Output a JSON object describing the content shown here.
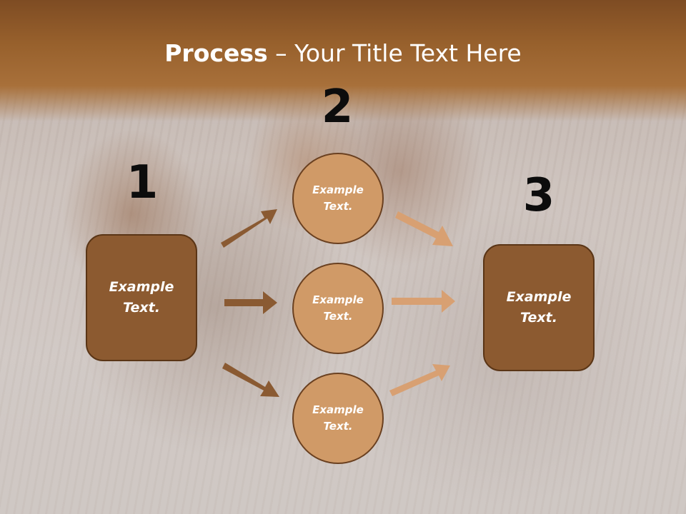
{
  "slide": {
    "title_bold": "Process",
    "title_rest": " – Your Title Text Here",
    "steps": [
      "1",
      "2",
      "3"
    ],
    "left_box": "Example\nText.",
    "right_box": "Example\nText.",
    "circles": [
      "Example\nText.",
      "Example\nText.",
      "Example\nText."
    ]
  },
  "colors": {
    "header": "#97602c",
    "box_fill": "#8c5a30",
    "circle_fill": "#d09a67",
    "arrow_dark": "#8a5a32",
    "arrow_light": "#d8a072"
  }
}
